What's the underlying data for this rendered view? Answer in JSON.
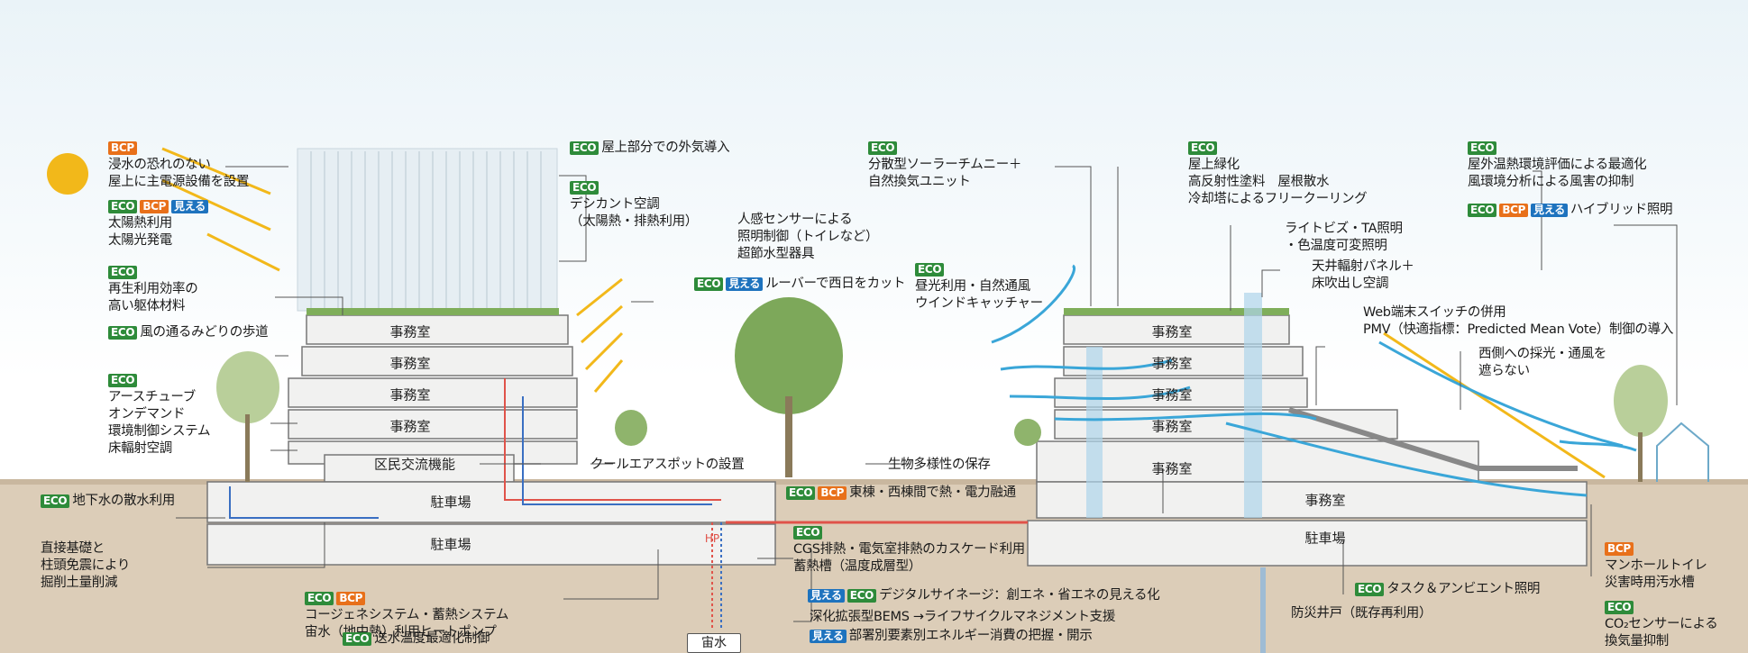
{
  "tags": {
    "eco": "ECO",
    "bcp": "BCP",
    "mieru": "見える"
  },
  "colors": {
    "eco": "#2e8b3a",
    "bcp": "#e8701a",
    "mieru": "#1e73be",
    "ground": "#d8c9b4",
    "solar": "#f2b81a"
  },
  "rooms": {
    "office": "事務室",
    "parking": "駐車場",
    "exchange": "区民交流機能",
    "hp": "HP"
  },
  "labels": [
    {
      "id": "bcp-power",
      "tags": [
        "bcp"
      ],
      "lines": [
        "浸水の恐れのない",
        "屋上に主電源設備を設置"
      ]
    },
    {
      "id": "solar",
      "tags": [
        "eco",
        "bcp",
        "mieru"
      ],
      "lines": [
        "太陽熱利用",
        "太陽光発電"
      ]
    },
    {
      "id": "frame",
      "tags": [
        "eco"
      ],
      "lines": [
        "再生利用効率の",
        "高い躯体材料"
      ]
    },
    {
      "id": "green-path",
      "tags": [
        "eco"
      ],
      "lines": [
        "風の通るみどりの歩道"
      ]
    },
    {
      "id": "earth-tube",
      "tags": [
        "eco"
      ],
      "lines": [
        "アースチューブ",
        "オンデマンド",
        "環境制御システム",
        "床輻射空調"
      ]
    },
    {
      "id": "groundwater",
      "tags": [
        "eco"
      ],
      "lines": [
        "地下水の散水利用"
      ]
    },
    {
      "id": "foundation",
      "tags": [],
      "lines": [
        "直接基礎と",
        "柱頭免震により",
        "掘削土量削減"
      ]
    },
    {
      "id": "cogen",
      "tags": [
        "eco",
        "bcp"
      ],
      "lines": [
        "コージェネシステム・蓄熱システム",
        "宙水（地中熱）利用ヒートポンプ"
      ]
    },
    {
      "id": "water-temp",
      "tags": [
        "eco"
      ],
      "lines": [
        "送水温度最適化制御"
      ]
    },
    {
      "id": "roof-air",
      "tags": [
        "eco"
      ],
      "lines": [
        "屋上部分での外気導入"
      ]
    },
    {
      "id": "desiccant",
      "tags": [
        "eco"
      ],
      "lines": [
        "デシカント空調",
        "（太陽熱・排熱利用）"
      ]
    },
    {
      "id": "sensor",
      "tags": [],
      "lines": [
        "人感センサーによる",
        "照明制御（トイレなど）",
        "超節水型器具"
      ]
    },
    {
      "id": "louver",
      "tags": [
        "eco",
        "mieru"
      ],
      "lines": [
        "ルーバーで西日をカット"
      ]
    },
    {
      "id": "cool-spot",
      "tags": [],
      "lines": [
        "クールエアスポットの設置"
      ]
    },
    {
      "id": "biodiversity",
      "tags": [],
      "lines": [
        "生物多様性の保存"
      ]
    },
    {
      "id": "heat-share",
      "tags": [
        "eco",
        "bcp"
      ],
      "lines": [
        "東棟・西棟間で熱・電力融通"
      ]
    },
    {
      "id": "cgs",
      "tags": [
        "eco"
      ],
      "lines": [
        "CGS排熱・電気室排熱のカスケード利用",
        "蓄熱槽（温度成層型）"
      ]
    },
    {
      "id": "signage",
      "tags": [
        "mieru",
        "eco"
      ],
      "lines": [
        "デジタルサイネージ：創エネ・省エネの見える化"
      ]
    },
    {
      "id": "bems",
      "tags": [],
      "lines": [
        "深化拡張型BEMS →ライフサイクルマネジメント支援"
      ]
    },
    {
      "id": "energy-use",
      "tags": [
        "mieru"
      ],
      "lines": [
        "部署別要素別エネルギー消費の把握・開示"
      ]
    },
    {
      "id": "chimney",
      "tags": [
        "eco"
      ],
      "lines": [
        "分散型ソーラーチムニー＋",
        "自然換気ユニット"
      ]
    },
    {
      "id": "daylight",
      "tags": [
        "eco"
      ],
      "lines": [
        "昼光利用・自然通風",
        "ウインドキャッチャー"
      ]
    },
    {
      "id": "roof-green",
      "tags": [
        "eco"
      ],
      "lines": [
        "屋上緑化",
        "高反射性塗料　屋根散水",
        "冷却塔によるフリークーリング"
      ]
    },
    {
      "id": "lighting",
      "tags": [],
      "lines": [
        "ライトビズ・TA照明",
        "・色温度可変照明"
      ]
    },
    {
      "id": "ceiling",
      "tags": [],
      "lines": [
        "天井輻射パネル＋",
        "床吹出し空調"
      ]
    },
    {
      "id": "web-switch",
      "tags": [],
      "lines": [
        "Web端末スイッチの併用",
        "PMV（快適指標：Predicted Mean Vote）制御の導入"
      ]
    },
    {
      "id": "west-side",
      "tags": [],
      "lines": [
        "西側への採光・通風を",
        "遮らない"
      ]
    },
    {
      "id": "outdoor",
      "tags": [
        "eco"
      ],
      "lines": [
        "屋外温熱環境評価による最適化",
        "風環境分析による風害の抑制"
      ]
    },
    {
      "id": "hybrid",
      "tags": [
        "eco",
        "bcp",
        "mieru"
      ],
      "lines": [
        "ハイブリッド照明"
      ]
    },
    {
      "id": "task",
      "tags": [
        "eco"
      ],
      "lines": [
        "タスク＆アンビエント照明"
      ]
    },
    {
      "id": "well",
      "tags": [],
      "lines": [
        "防災井戸（既存再利用）"
      ]
    },
    {
      "id": "manhole",
      "tags": [
        "bcp"
      ],
      "lines": [
        "マンホールトイレ",
        "災害時用汚水槽"
      ]
    },
    {
      "id": "co2",
      "tags": [
        "eco"
      ],
      "lines": [
        "CO₂センサーによる",
        "換気量抑制"
      ]
    }
  ],
  "uchusui": "宙水"
}
